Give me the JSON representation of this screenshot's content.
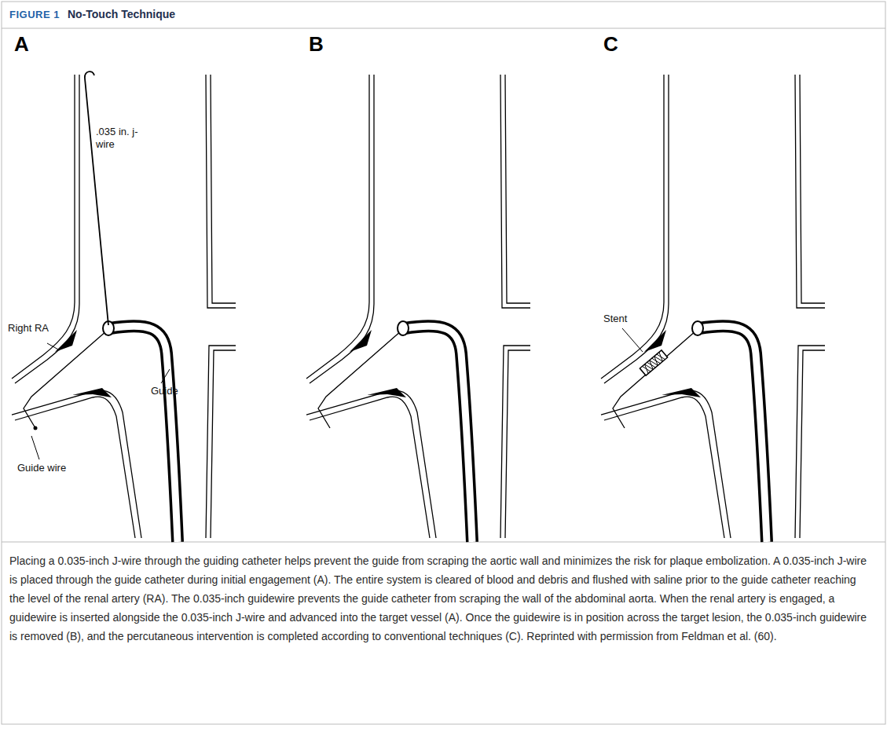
{
  "diagram": {
    "title": "No-Touch Technique",
    "caption": "Placing a 0.035-inch J-wire through the guiding catheter helps prevent the guide from scraping the aortic wall and minimizes the risk for plaque embolization. A 0.035-inch J-wire is placed through the guide catheter during initial engagement (A). The entire system is cleared of blood and debris and flushed with saline prior to the guide catheter reaching the level of the renal artery (RA). The 0.035-inch guidewire prevents the guide catheter from scraping the wall of the abdominal aorta. When the renal artery is engaged, a guidewire is inserted alongside the 0.035-inch J-wire and advanced into the target vessel (A). Once the guidewire is in position across the target lesion, the 0.035-inch guidewire is removed (B), and the percutaneous intervention is completed according to conventional techniques (C). Reprinted with permission from Feldman et al. (60).",
    "labels": [
      "FIGURE 1",
      "A",
      ".035 in. j-wire",
      "Right RA",
      "Guide",
      "Guide wire",
      "B",
      "C",
      "Stent"
    ]
  }
}
